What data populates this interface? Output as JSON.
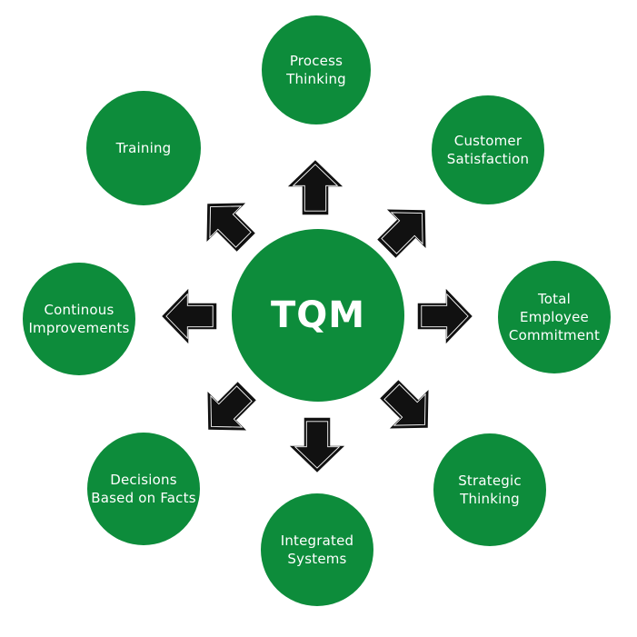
{
  "center": {
    "label": "TQM"
  },
  "nodes": {
    "process_thinking": "Process\nThinking",
    "customer_satisfaction": "Customer\nSatisfaction",
    "total_employee_commitment": "Total\nEmployee\nCommitment",
    "strategic_thinking": "Strategic\nThinking",
    "integrated_systems": "Integrated\nSystems",
    "decisions_based_on_facts": "Decisions\nBased on Facts",
    "continous_improvements": "Continous\nImprovements",
    "training": "Training"
  },
  "colors": {
    "circle_fill": "#0d8c3b",
    "circle_text": "#ffffff",
    "arrow_fill": "#111111",
    "arrow_outline": "#ffffff",
    "background": "#ffffff"
  },
  "icons": {
    "arrow": "arrow-icon"
  }
}
